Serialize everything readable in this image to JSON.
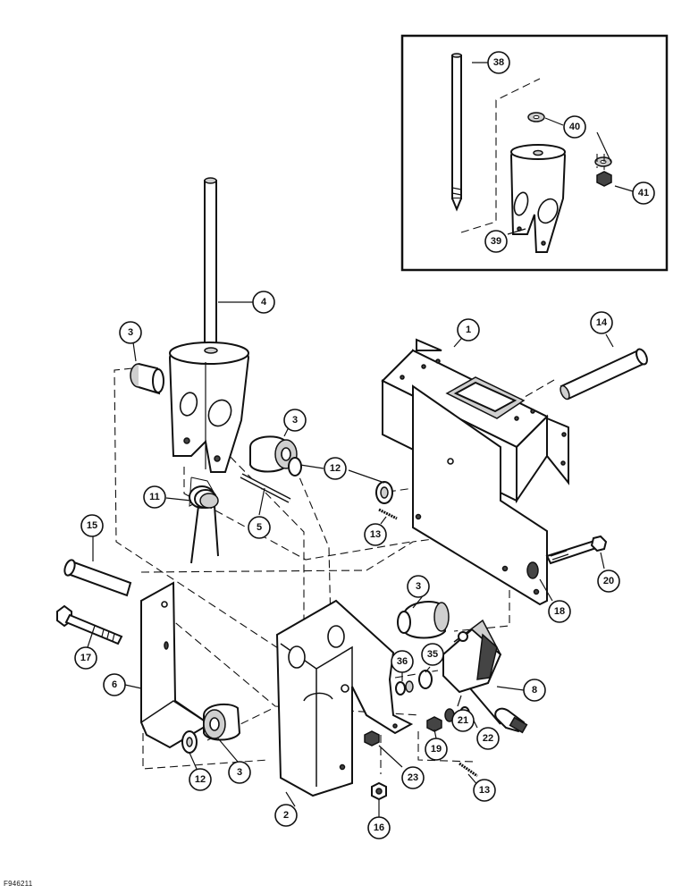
{
  "figure_id": "F946211",
  "callouts": [
    {
      "id": "38",
      "label": "38"
    },
    {
      "id": "40",
      "label": "40"
    },
    {
      "id": "41",
      "label": "41"
    },
    {
      "id": "39",
      "label": "39"
    },
    {
      "id": "4",
      "label": "4"
    },
    {
      "id": "3a",
      "label": "3"
    },
    {
      "id": "1",
      "label": "1"
    },
    {
      "id": "14",
      "label": "14"
    },
    {
      "id": "3b",
      "label": "3"
    },
    {
      "id": "12a",
      "label": "12"
    },
    {
      "id": "11",
      "label": "11"
    },
    {
      "id": "5",
      "label": "5"
    },
    {
      "id": "13a",
      "label": "13"
    },
    {
      "id": "15",
      "label": "15"
    },
    {
      "id": "20",
      "label": "20"
    },
    {
      "id": "18",
      "label": "18"
    },
    {
      "id": "3c",
      "label": "3"
    },
    {
      "id": "17",
      "label": "17"
    },
    {
      "id": "35",
      "label": "35"
    },
    {
      "id": "36",
      "label": "36"
    },
    {
      "id": "8",
      "label": "8"
    },
    {
      "id": "6",
      "label": "6"
    },
    {
      "id": "21",
      "label": "21"
    },
    {
      "id": "22",
      "label": "22"
    },
    {
      "id": "19",
      "label": "19"
    },
    {
      "id": "12b",
      "label": "12"
    },
    {
      "id": "3d",
      "label": "3"
    },
    {
      "id": "23",
      "label": "23"
    },
    {
      "id": "13b",
      "label": "13"
    },
    {
      "id": "2",
      "label": "2"
    },
    {
      "id": "16",
      "label": "16"
    }
  ]
}
